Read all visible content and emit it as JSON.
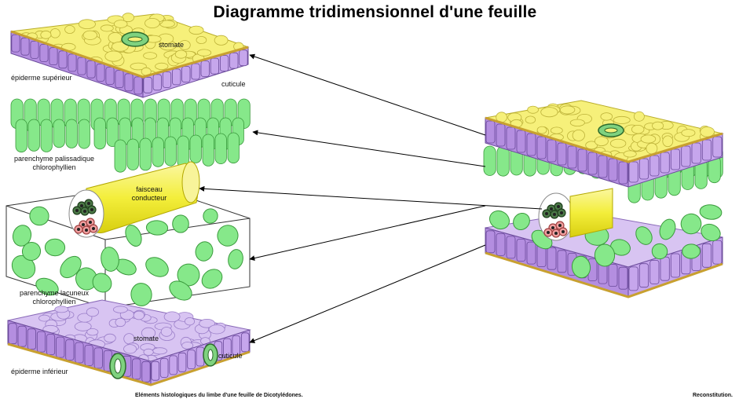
{
  "title": "Diagramme tridimensionnel d'une feuille",
  "labels": {
    "stomate_top": "stomate",
    "epiderme_sup": "épiderme supérieur",
    "cuticule_top": "cuticule",
    "palissadique_1": "parenchyme palissadique",
    "palissadique_2": "chlorophyllien",
    "faisceau_1": "faisceau",
    "faisceau_2": "conducteur",
    "lacuneux_1": "parenchyme lacuneux",
    "lacuneux_2": "chlorophyllien",
    "stomate_bottom": "stomate",
    "cuticule_bottom": "cuticule",
    "epiderme_inf": "épiderme inférieur"
  },
  "captions": {
    "left": "Eléments histologiques du limbe d'une feuille de Dicotylédones.",
    "right": "Reconstitution."
  },
  "colors": {
    "epidermis_top": "#f6f07a",
    "epidermis_side": "#b48ee0",
    "cuticle": "#c8a030",
    "chloro": "#86e88a",
    "chloro_dark": "#3a9a3c",
    "lower_epi": "#d8c4f2",
    "bundle": "#f3ee3a",
    "xylem": "#4c7a48",
    "phloem": "#f0a0a0"
  }
}
